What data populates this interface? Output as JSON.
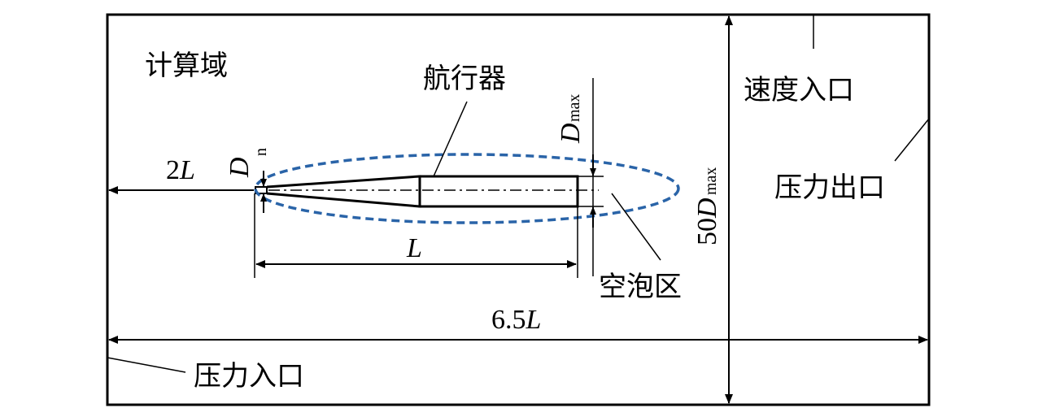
{
  "labels": {
    "domain": "计算域",
    "vehicle": "航行器",
    "velocity_inlet": "速度入口",
    "pressure_outlet": "压力出口",
    "pressure_inlet": "压力入口",
    "cavity_region": "空泡区"
  },
  "dimensions": {
    "upstream": {
      "coef": "2",
      "var": "L"
    },
    "length": {
      "var": "L"
    },
    "domain_length": {
      "coef": "6.5",
      "var": "L"
    },
    "domain_height": {
      "coef": "50",
      "var": "D",
      "sub": "max"
    },
    "nose_diameter": {
      "var": "D",
      "sub": "n"
    },
    "max_diameter": {
      "var": "D",
      "sub": "max"
    }
  },
  "colors": {
    "cavity_outline": "#2a64a8",
    "lines": "#000000"
  }
}
